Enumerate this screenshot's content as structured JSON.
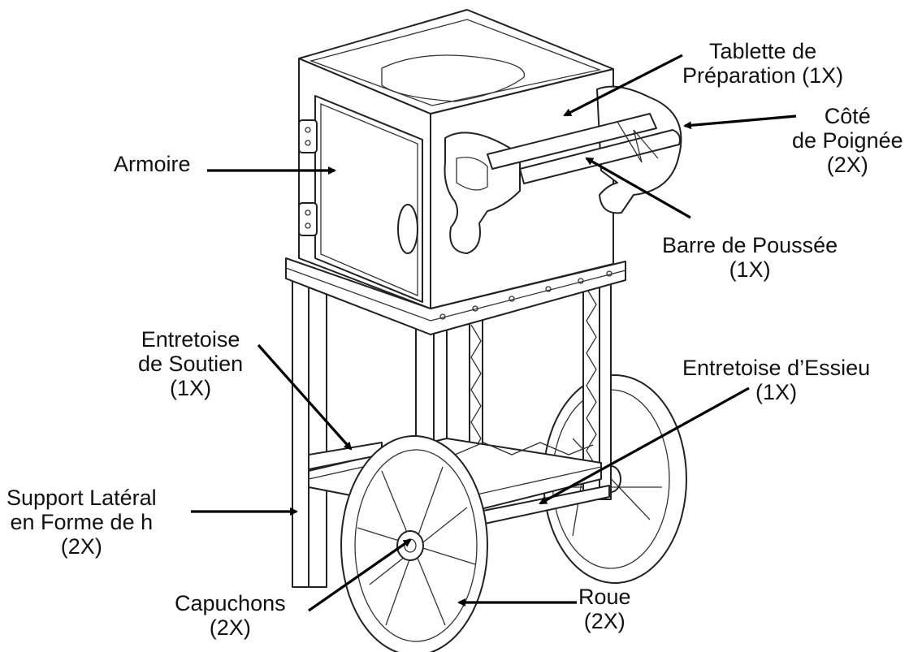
{
  "diagram": {
    "colors": {
      "line": "#222222",
      "arrow": "#000000",
      "background": "#ffffff"
    },
    "labels": {
      "tablette": [
        "Tablette de",
        "Préparation (1X)"
      ],
      "cote": [
        "Côté",
        "de Poignée",
        "(2X)"
      ],
      "armoire": [
        "Armoire"
      ],
      "barre": [
        "Barre de Poussée",
        "(1X)"
      ],
      "soutien": [
        "Entretoise",
        "de Soutien",
        "(1X)"
      ],
      "essieu": [
        "Entretoise d’Essieu",
        "(1X)"
      ],
      "support": [
        "Support Latéral",
        "en Forme de h",
        "(2X)"
      ],
      "capuchons": [
        "Capuchons",
        "(2X)"
      ],
      "roue": [
        "Roue",
        "(2X)"
      ]
    }
  }
}
